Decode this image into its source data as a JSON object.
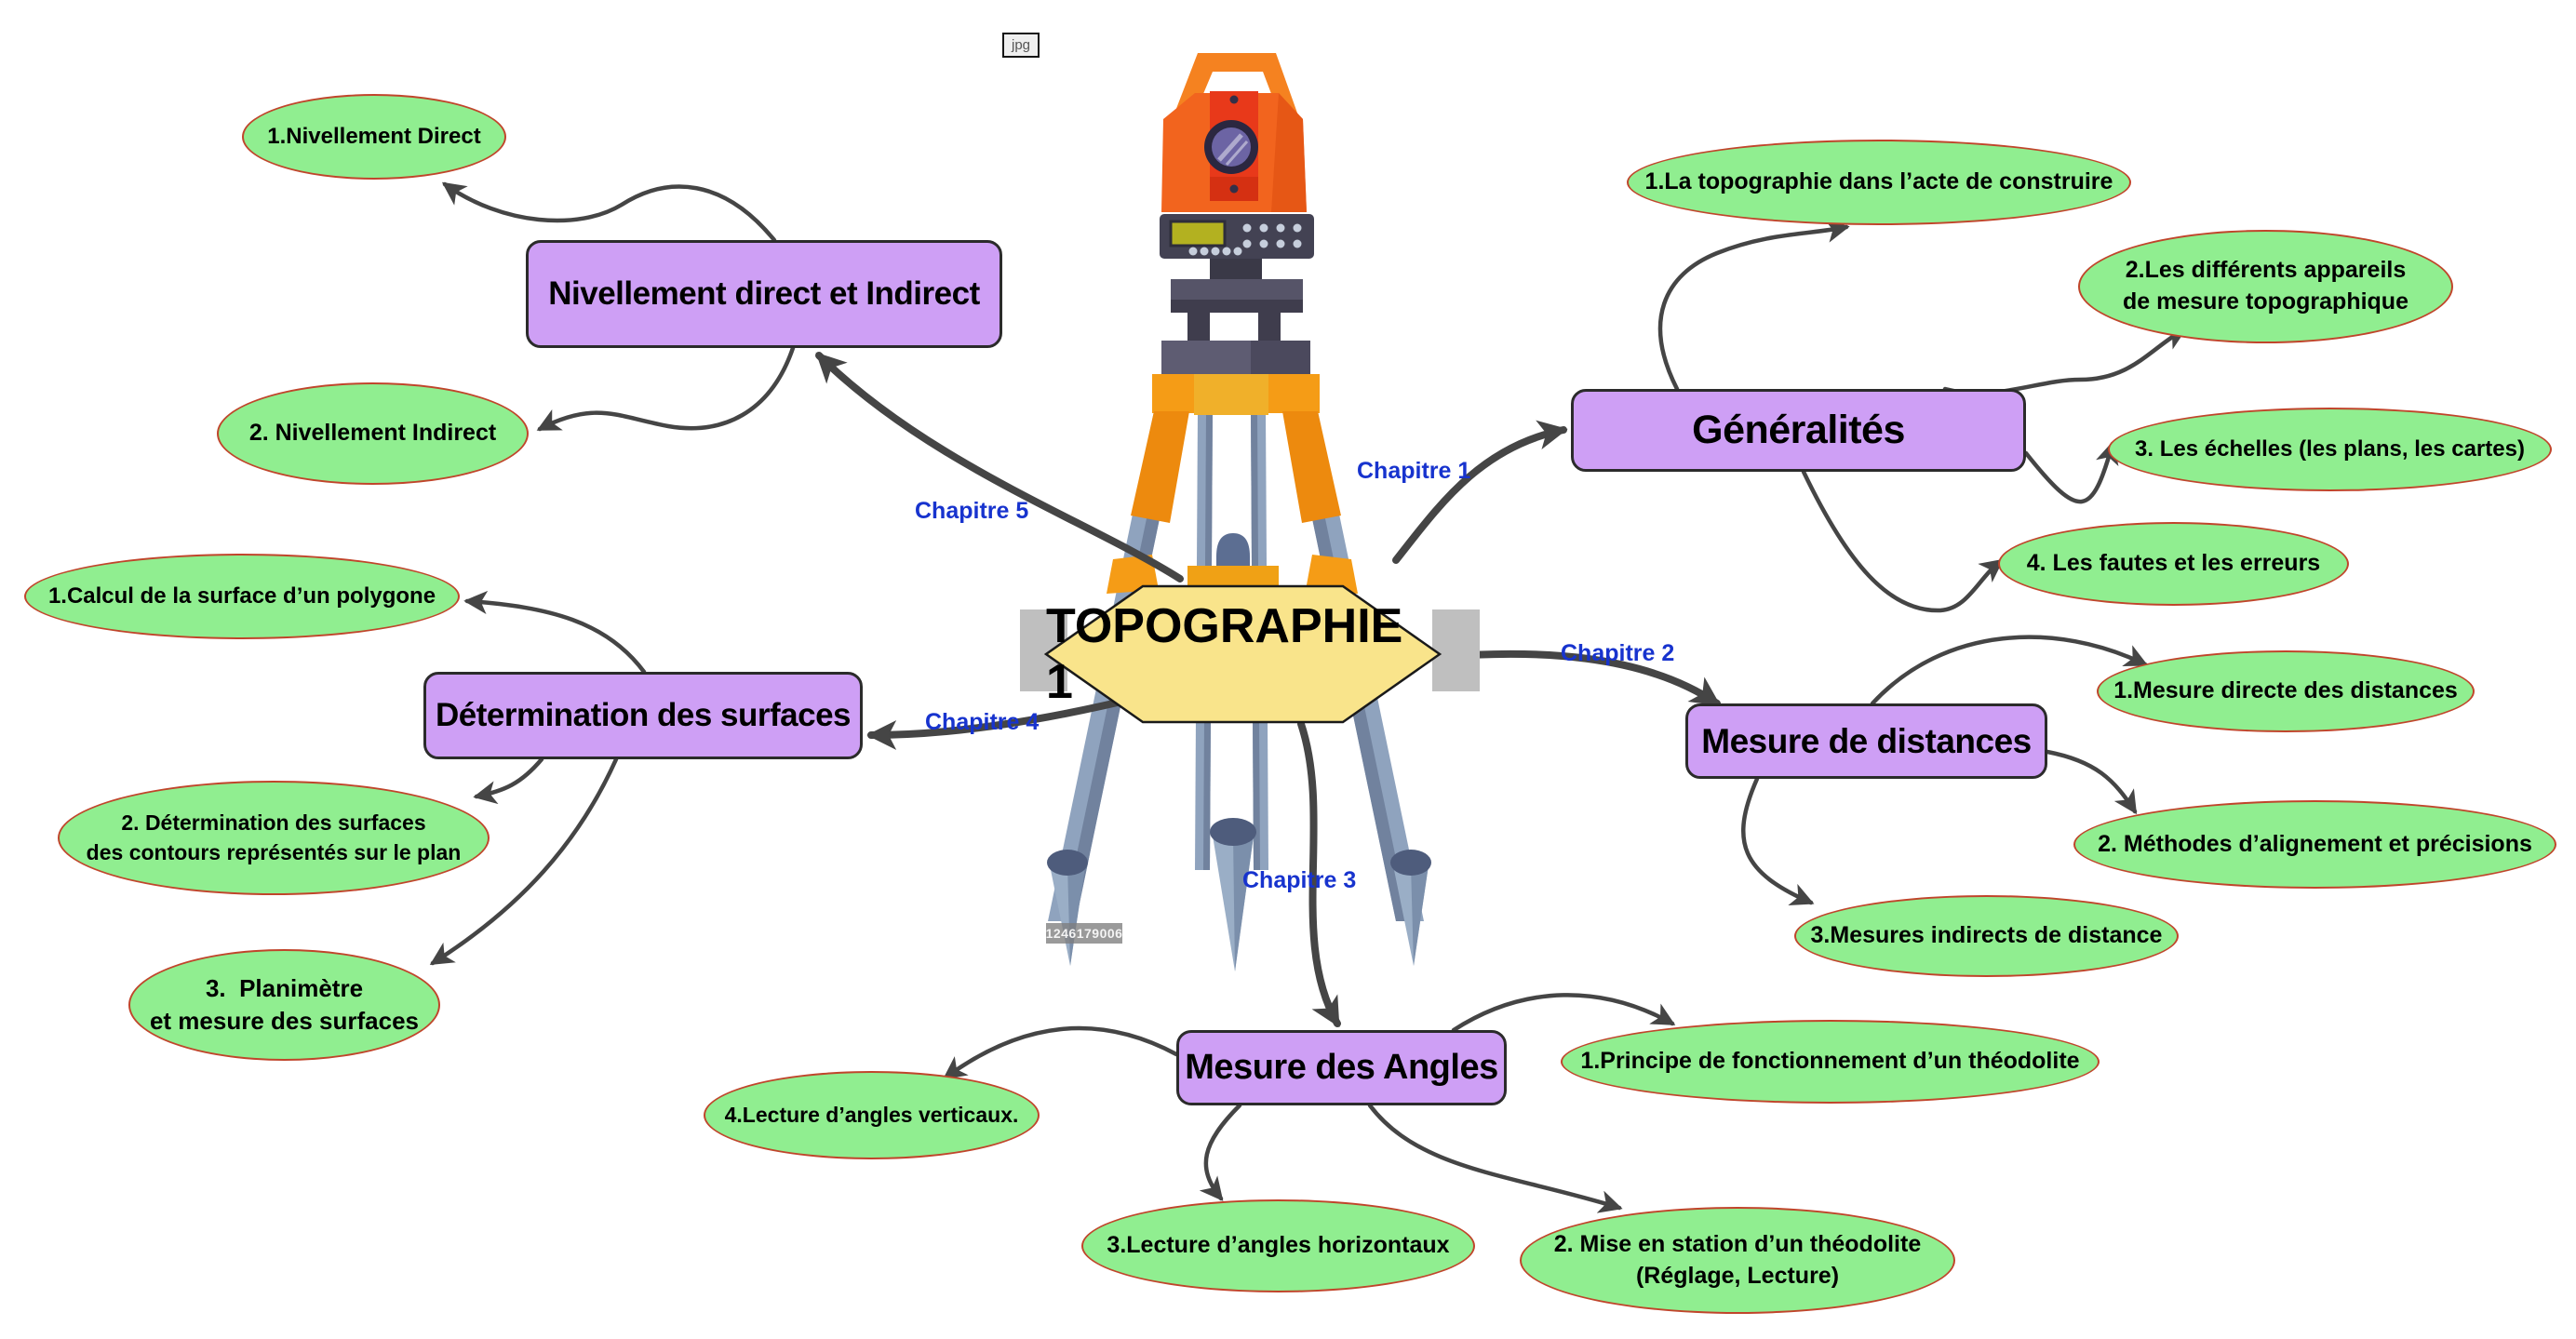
{
  "center": {
    "label": "TOPOGRAPHIE 1"
  },
  "badge": {
    "label": "jpg"
  },
  "watermark": {
    "label": "1246179006"
  },
  "colors": {
    "topic_fill": "#90EE90",
    "topic_border": "#C0452B",
    "chapter_fill": "#CE9FF5",
    "center_fill": "#F9E48B",
    "chapter_link_text": "#1733CE",
    "connector": "#454545",
    "instrument_orange": "#F2641E",
    "tripod_yellow": "#F59C16",
    "leg_gray": "#8FA3BE"
  },
  "chapters": [
    {
      "box_label": "Généralités",
      "chapter_label": "Chapitre 1",
      "topics": [
        "1.La topographie dans l’acte de construire",
        "2.Les différents appareils\nde mesure topographique",
        "3. Les échelles (les plans, les cartes)",
        "4. Les fautes et les erreurs"
      ]
    },
    {
      "box_label": "Mesure de distances",
      "chapter_label": "Chapitre 2",
      "topics": [
        "1.Mesure directe des distances",
        "2. Méthodes d’alignement et précisions",
        "3.Mesures indirects de distance"
      ]
    },
    {
      "box_label": "Mesure des Angles",
      "chapter_label": "Chapitre 3",
      "topics": [
        "1.Principe de fonctionnement d’un théodolite",
        "2. Mise en station d’un théodolite\n(Réglage, Lecture)",
        "3.Lecture d’angles horizontaux",
        "4.Lecture d’angles verticaux."
      ]
    },
    {
      "box_label": "Détermination des surfaces",
      "chapter_label": "Chapitre 4",
      "topics": [
        "1.Calcul de la surface d’un polygone",
        "2. Détermination des surfaces\ndes contours représentés sur le plan",
        "3.  Planimètre\net mesure des surfaces"
      ]
    },
    {
      "box_label": "Nivellement direct et Indirect",
      "chapter_label": "Chapitre 5",
      "topics": [
        "1.Nivellement Direct",
        "2. Nivellement Indirect"
      ]
    }
  ]
}
